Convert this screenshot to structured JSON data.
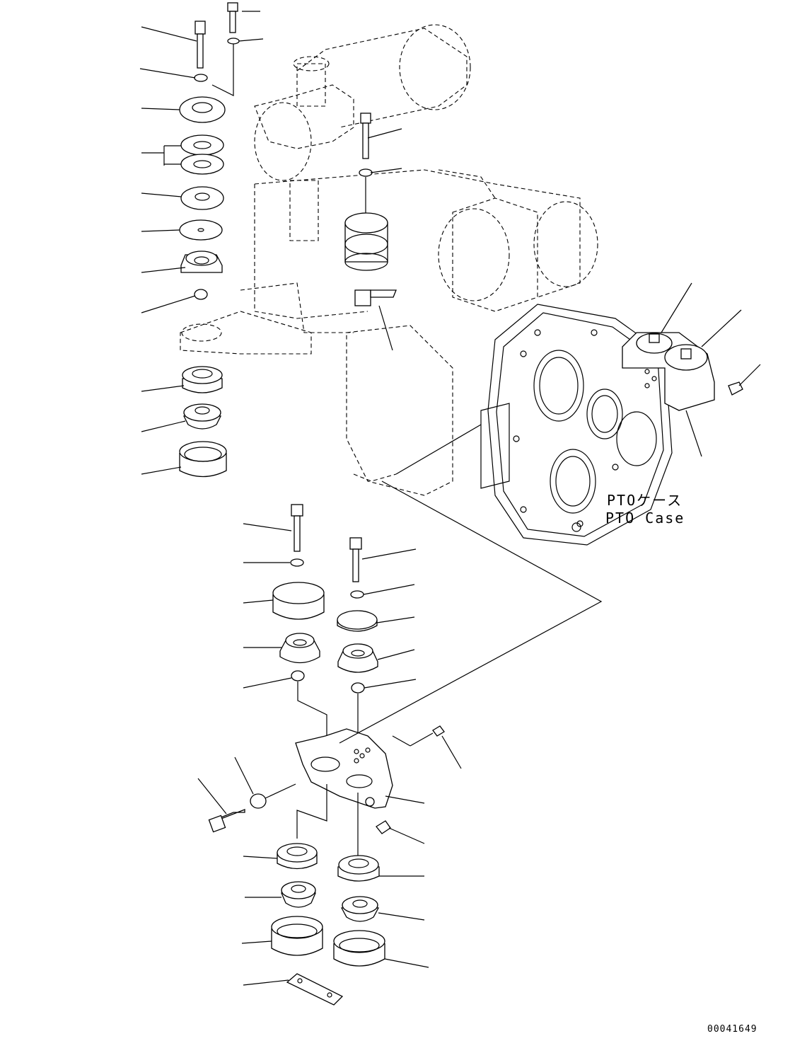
{
  "diagram": {
    "caption_jp": "PTOケース",
    "caption_en": "PTO Case",
    "drawing_number": "00041649"
  }
}
